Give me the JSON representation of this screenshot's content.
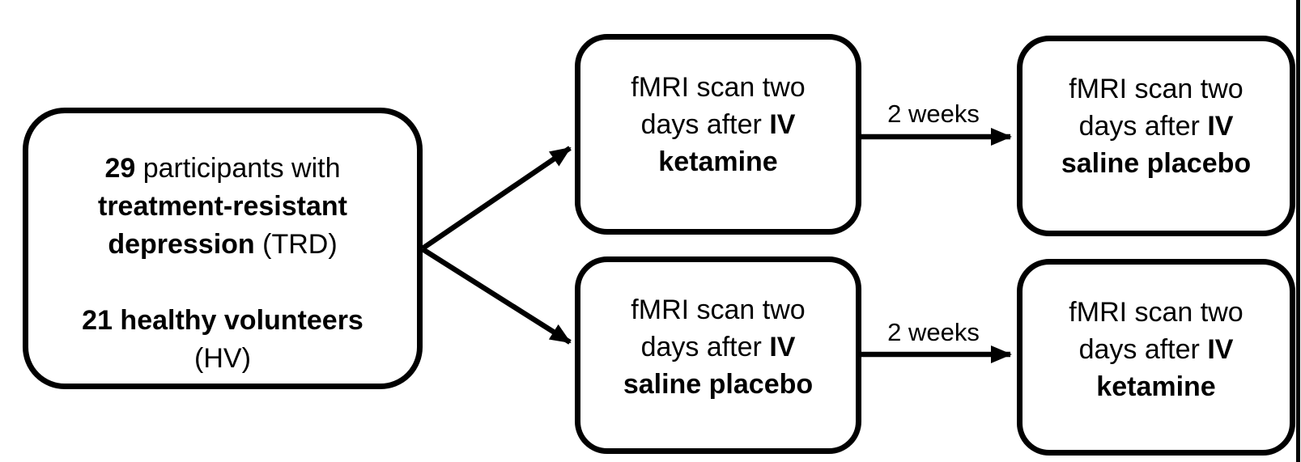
{
  "figure": {
    "participants_box": {
      "line1_bold": "29 ",
      "line1_regular": "participants with",
      "line2_bold": "treatment-resistant",
      "line3_bold": "depression ",
      "line3_regular": "(TRD)",
      "line4_bold": "21 healthy volunteers",
      "line5_regular": "(HV)"
    },
    "arm_ketamine_first": {
      "scan1": {
        "regular1": "fMRI scan two",
        "regular2": "days after ",
        "bold2": "IV",
        "bold3": "ketamine"
      },
      "interval_label": "2 weeks",
      "scan2": {
        "regular1": "fMRI scan two",
        "regular2": "days after ",
        "bold2": "IV",
        "bold3": "saline placebo"
      }
    },
    "arm_placebo_first": {
      "scan1": {
        "regular1": "fMRI scan two",
        "regular2": "days after ",
        "bold2": "IV",
        "bold3": "saline placebo"
      },
      "interval_label": "2 weeks",
      "scan2": {
        "regular1": "fMRI scan two",
        "regular2": "days after ",
        "bold2": "IV",
        "bold3": "ketamine"
      }
    },
    "colors": {
      "line": "#000000",
      "background": "#ffffff",
      "text": "#000000"
    }
  }
}
